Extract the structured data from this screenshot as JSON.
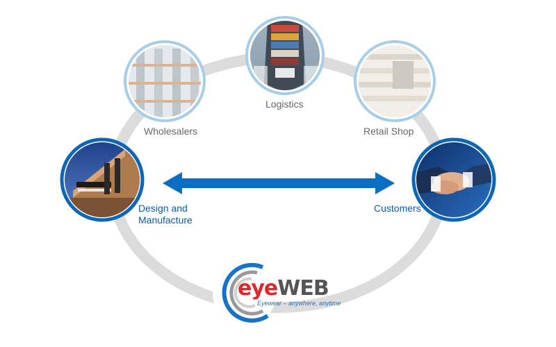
{
  "colors": {
    "ring": "#dcdcdc",
    "node_border_light": "#a6cde9",
    "node_border_dark": "#0b67b5",
    "arrow": "#0a6fc4",
    "label_grey": "#666666",
    "label_blue": "#0a5aa8",
    "logo_red": "#e2272c",
    "logo_grey": "#555555",
    "logo_blue": "#1673c9"
  },
  "nodes": {
    "logistics": {
      "label": "Logistics",
      "icon": "container-ship-photo"
    },
    "wholesalers": {
      "label": "Wholesalers",
      "icon": "warehouse-photo"
    },
    "retail": {
      "label": "Retail Shop",
      "icon": "shop-shelves-photo"
    },
    "design": {
      "label_line1": "Design and",
      "label_line2": "Manufacture",
      "icon": "factory-building-photo"
    },
    "customers": {
      "label": "Customers",
      "icon": "handshake-photo"
    }
  },
  "logo": {
    "brand_a": "eye",
    "brand_b": "WEB",
    "tagline": "Eyewear – anywhere, anytime"
  }
}
